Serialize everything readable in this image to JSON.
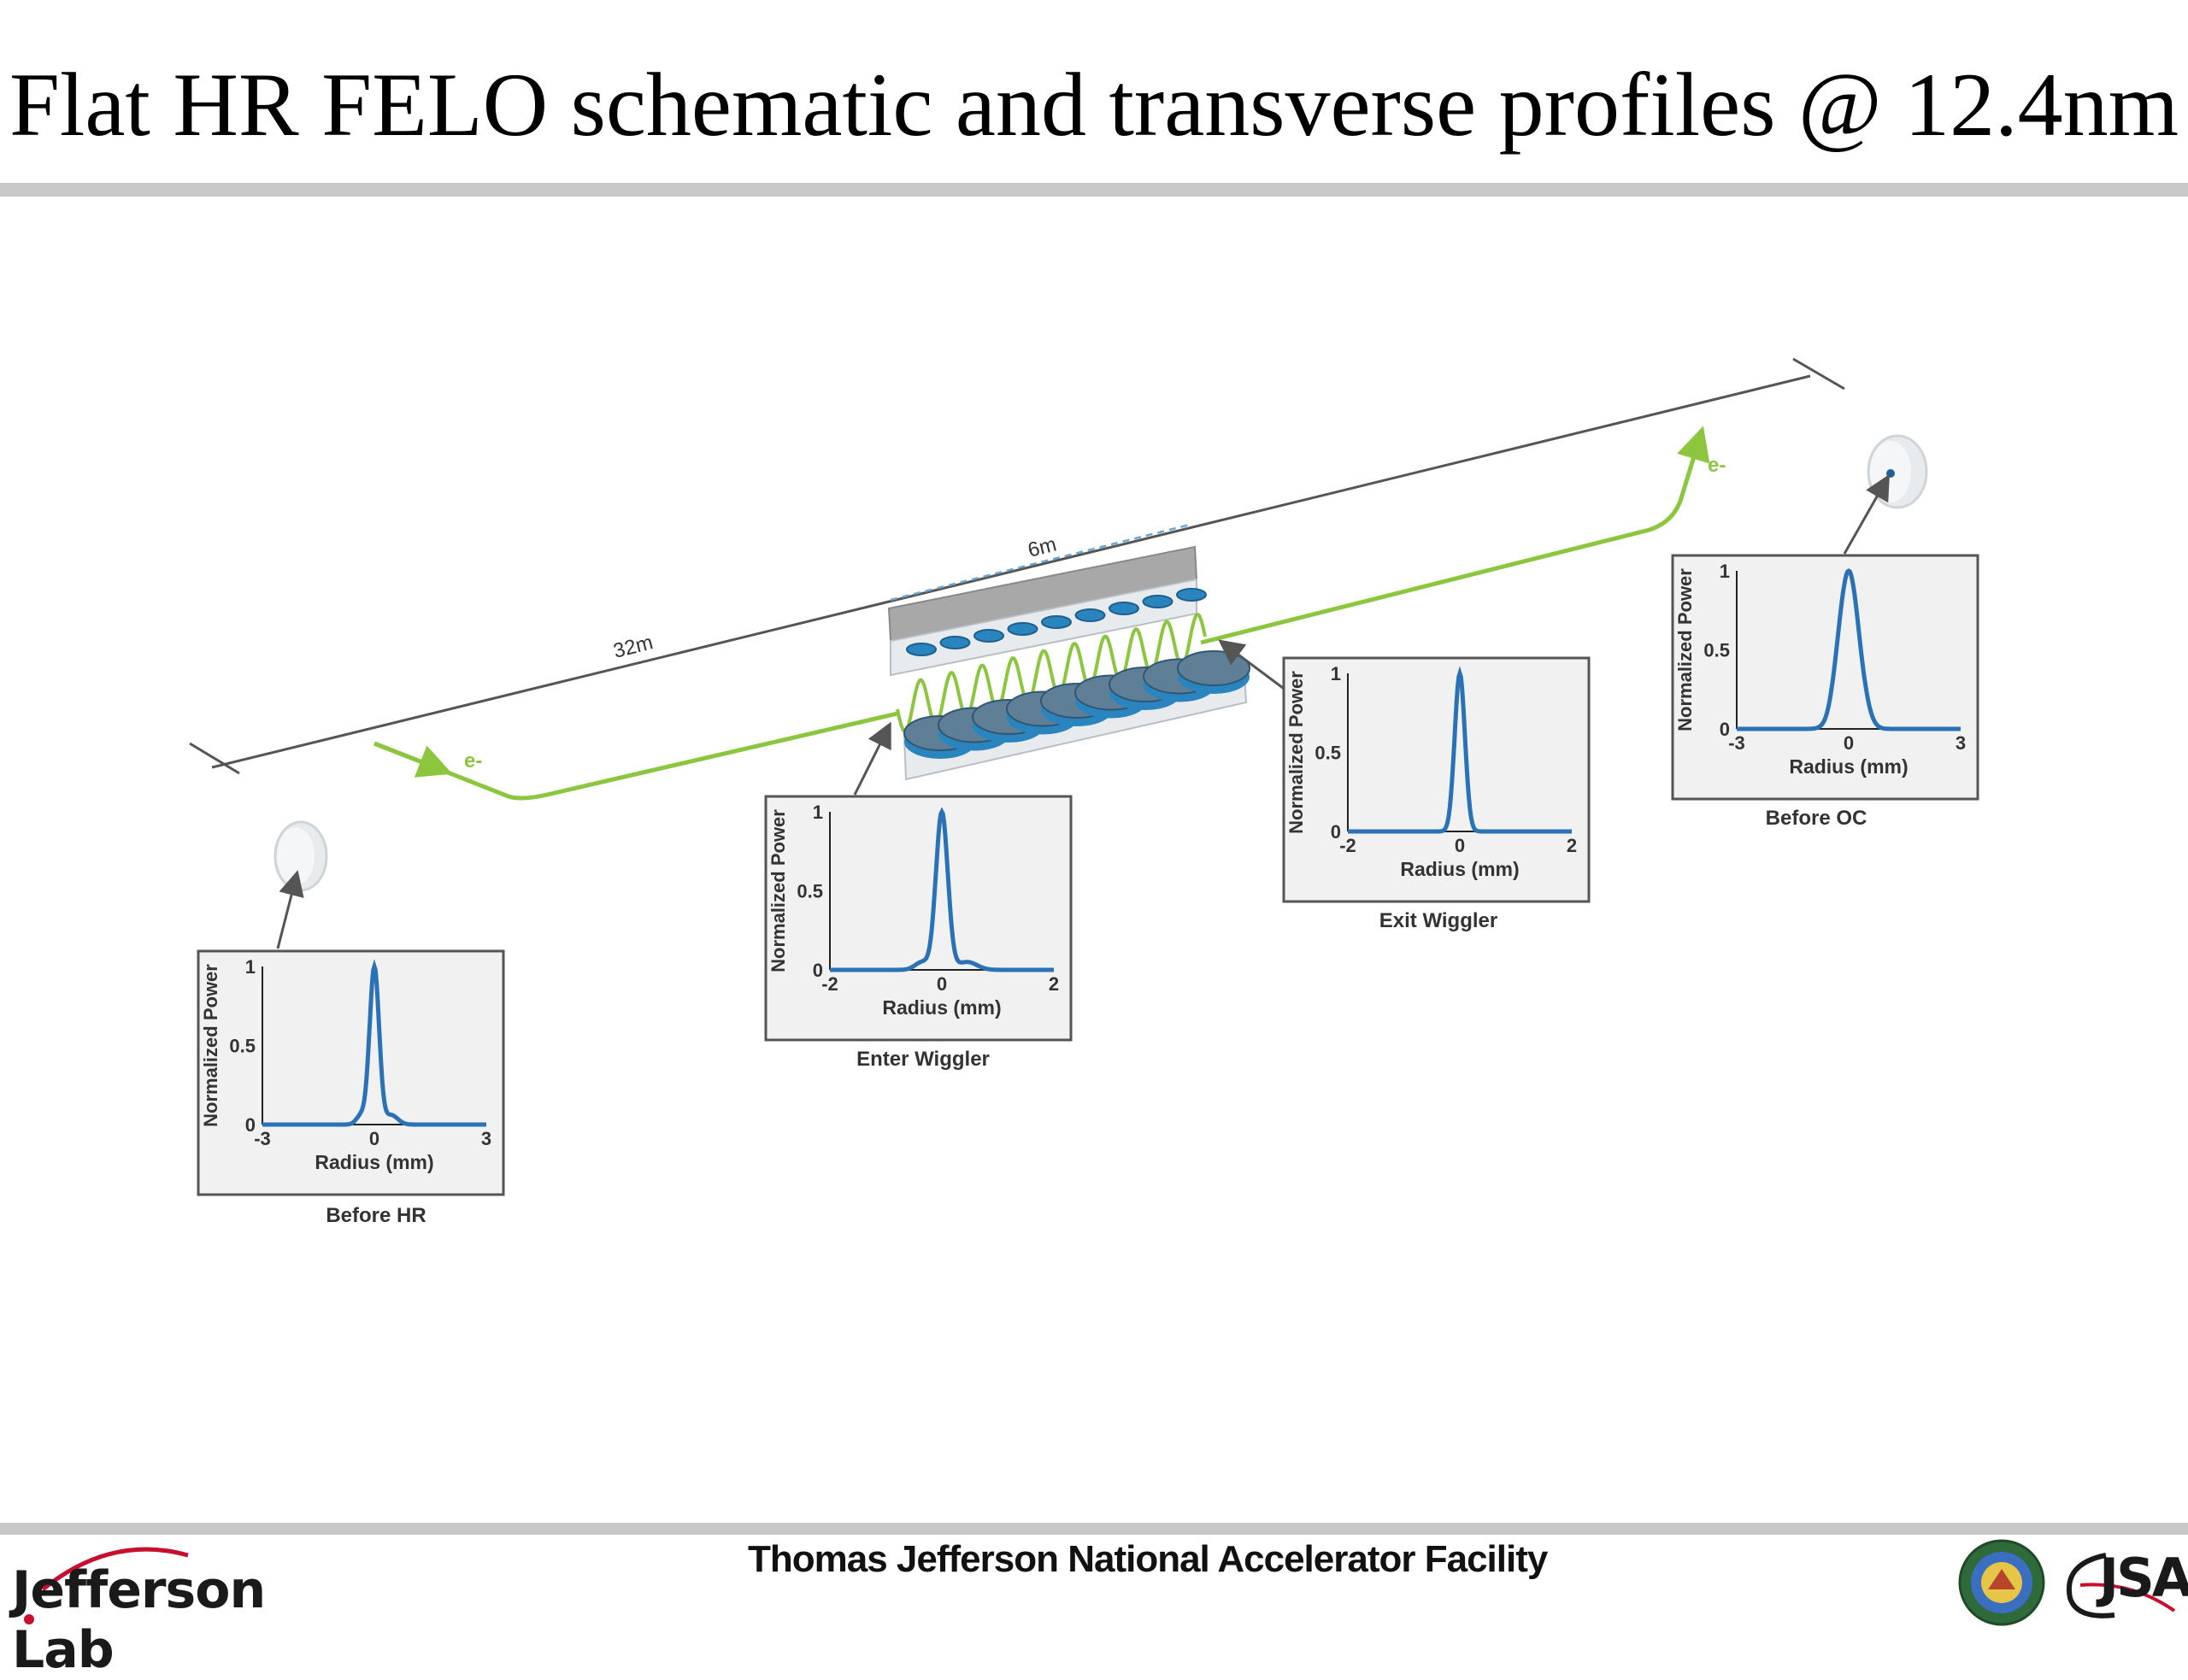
{
  "title": "Flat HR FELO schematic and transverse profiles @ 12.4nm",
  "footer": {
    "center_text": "Thomas Jefferson National Accelerator Facility",
    "left_logo_text": "Jefferson Lab",
    "right_logo_text": "JSA"
  },
  "diagram": {
    "total_length_label": "32m",
    "wiggler_length_label": "6m",
    "beam_in_label": "e-",
    "beam_out_label": "e-",
    "colors": {
      "beam": "#8cc63f",
      "trace": "#2a72b5",
      "magnet_blue": "#2a85bf",
      "frame": "#555555",
      "panel_bg": "#f1f1f1"
    }
  },
  "profiles": [
    {
      "caption": "Before HR",
      "ylabel": "Normalized Power",
      "xlabel": "Radius (mm)",
      "xticks": [
        "-3",
        "0",
        "3"
      ],
      "yticks": [
        "0",
        "0.5",
        "1"
      ],
      "xlim": [
        -3,
        3
      ],
      "ylim": [
        0,
        1
      ],
      "peak_width": 0.18,
      "side_lobe": 0.06
    },
    {
      "caption": "Enter Wiggler",
      "ylabel": "Normalized Power",
      "xlabel": "Radius (mm)",
      "xticks": [
        "-2",
        "0",
        "2"
      ],
      "yticks": [
        "0",
        "0.5",
        "1"
      ],
      "xlim": [
        -2,
        2
      ],
      "ylim": [
        0,
        1
      ],
      "peak_width": 0.15,
      "side_lobe": 0.05
    },
    {
      "caption": "Exit Wiggler",
      "ylabel": "Normalized Power",
      "xlabel": "Radius (mm)",
      "xticks": [
        "-2",
        "0",
        "2"
      ],
      "yticks": [
        "0",
        "0.5",
        "1"
      ],
      "xlim": [
        -2,
        2
      ],
      "ylim": [
        0,
        1
      ],
      "peak_width": 0.13,
      "side_lobe": 0.0
    },
    {
      "caption": "Before OC",
      "ylabel": "Normalized Power",
      "xlabel": "Radius (mm)",
      "xticks": [
        "-3",
        "0",
        "3"
      ],
      "yticks": [
        "0",
        "0.5",
        "1"
      ],
      "xlim": [
        -3,
        3
      ],
      "ylim": [
        0,
        1
      ],
      "peak_width": 0.38,
      "side_lobe": 0.03
    }
  ]
}
